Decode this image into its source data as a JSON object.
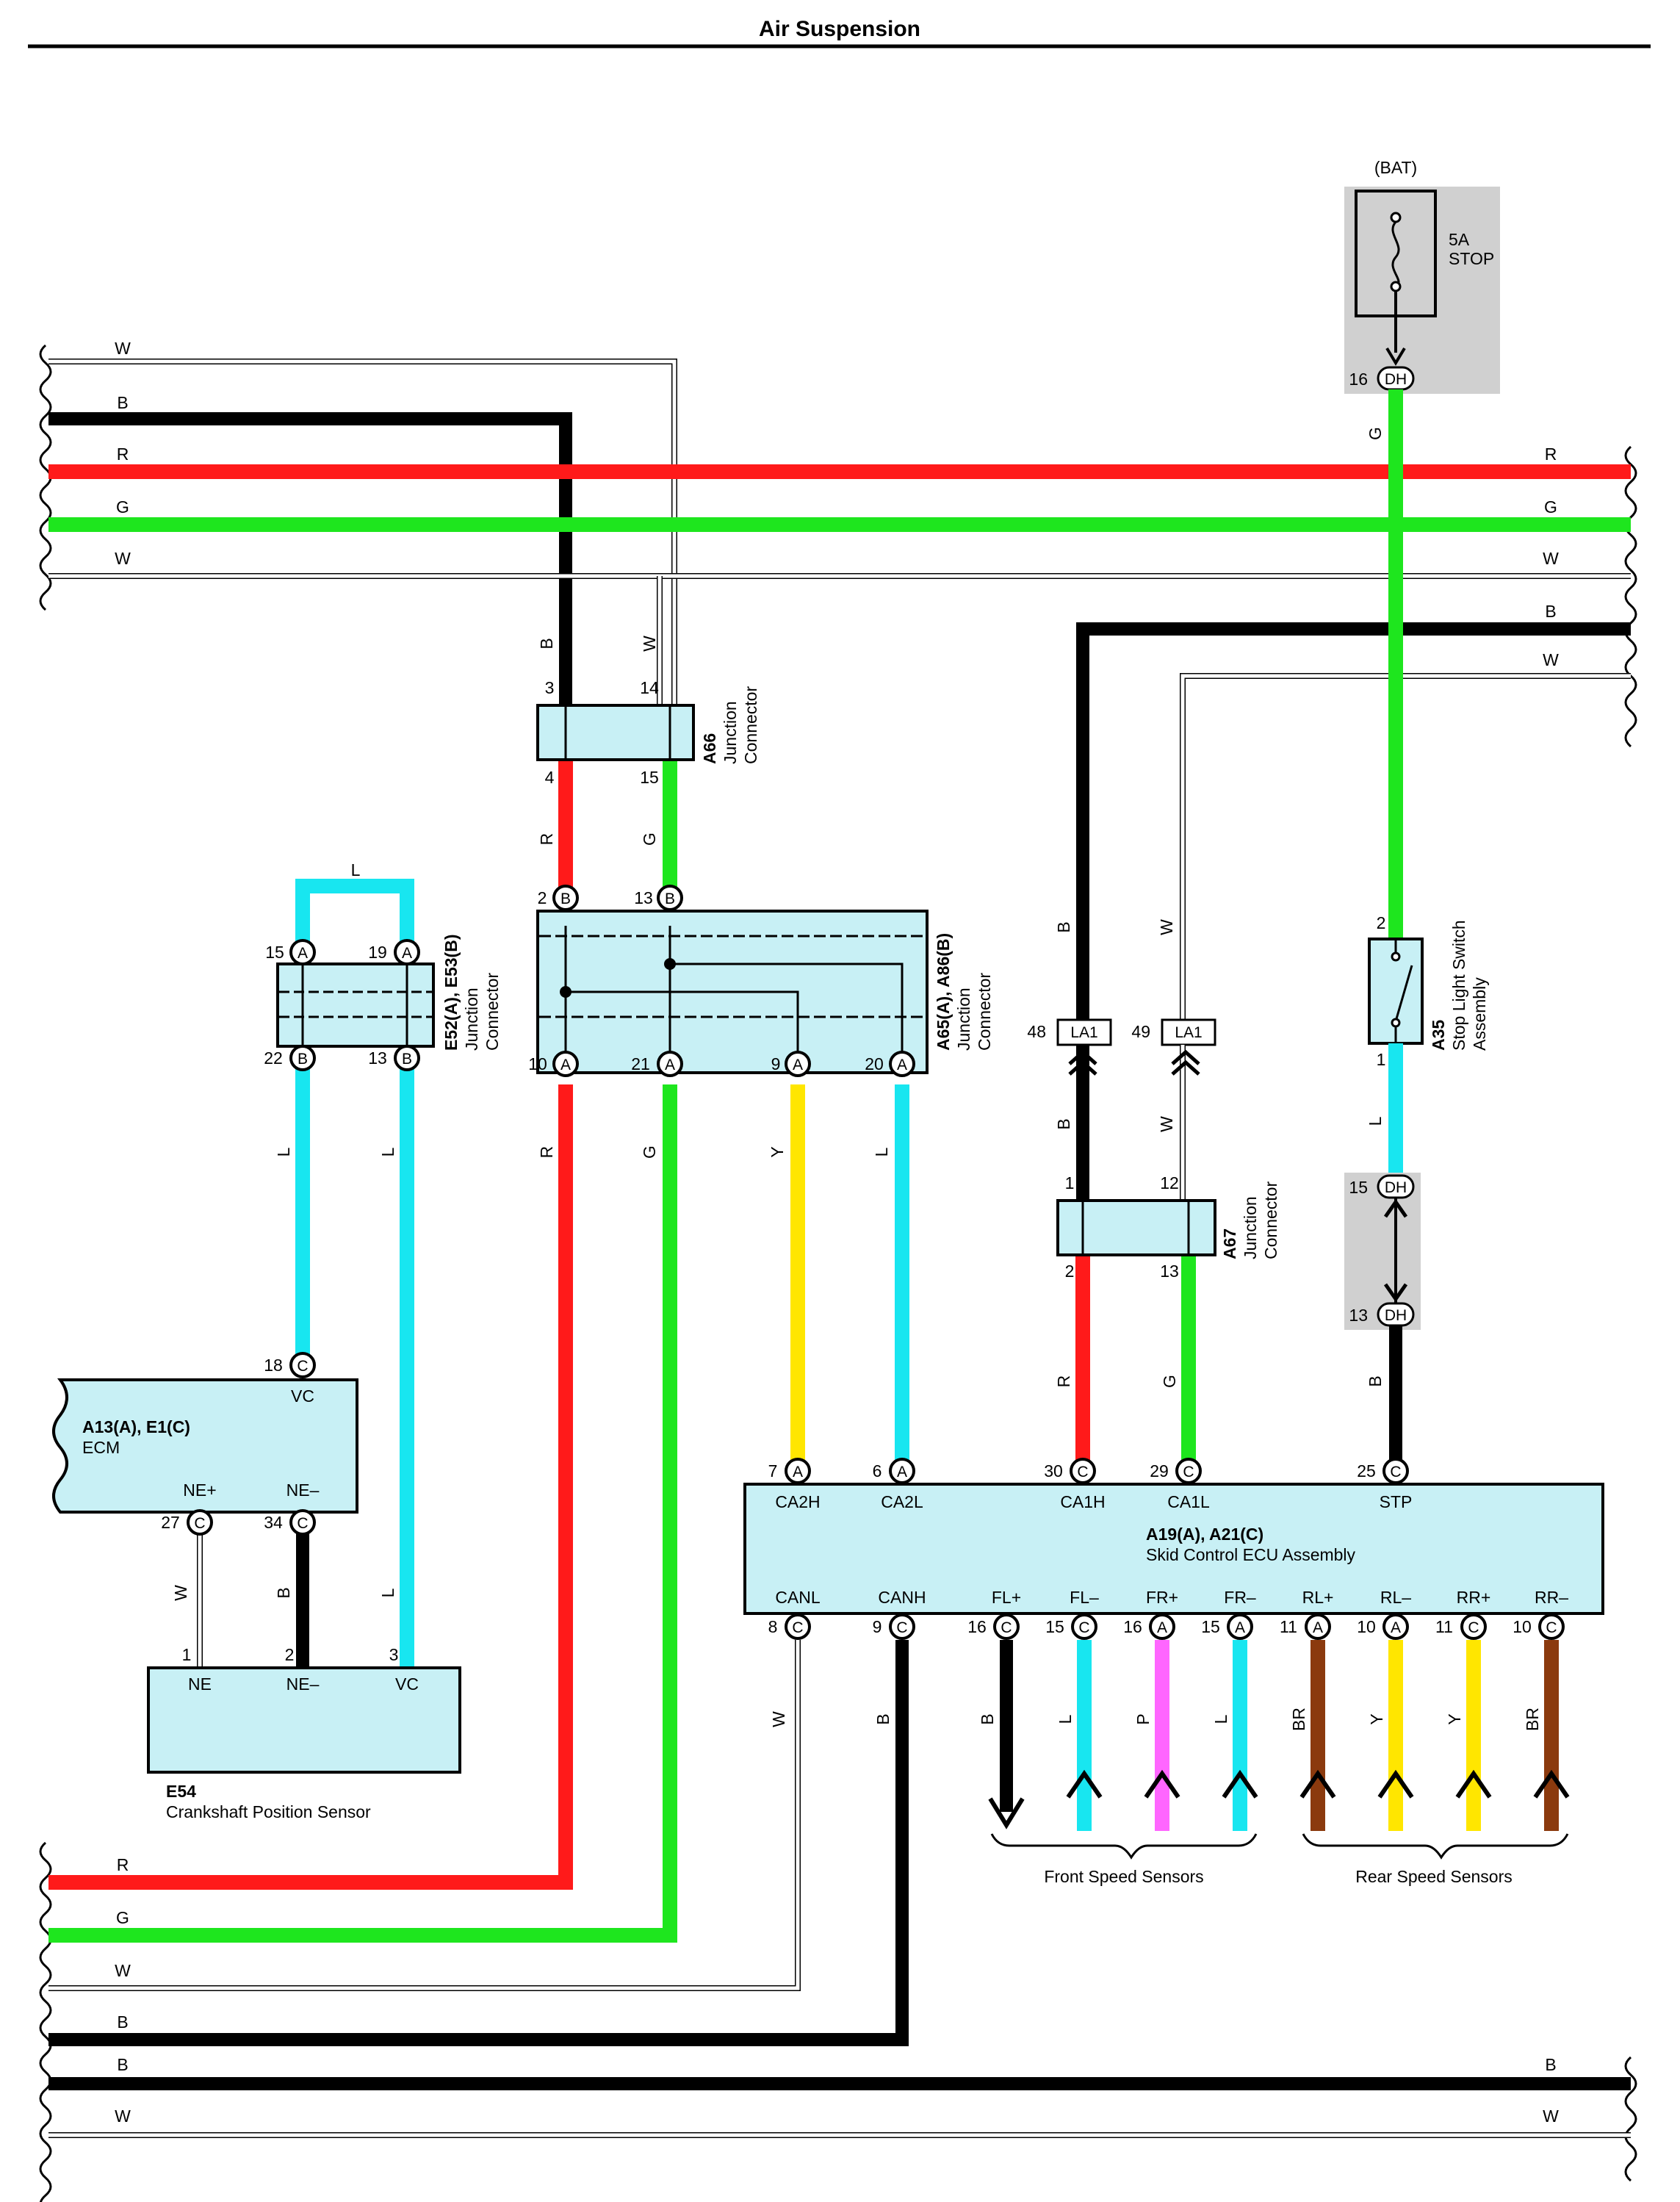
{
  "title": "Air Suspension",
  "colors": {
    "R": "#ff1a1a",
    "G": "#1ee61e",
    "B": "#000000",
    "W": "#ffffff",
    "L": "#18e6f0",
    "Y": "#ffe600",
    "P": "#ff66ff",
    "BR": "#8b3a0e",
    "component_fill": "#c8f0f5",
    "splice_fill": "#d0d0d0"
  },
  "wire_labels": {
    "W": "W",
    "B": "B",
    "R": "R",
    "G": "G",
    "L": "L",
    "Y": "Y",
    "P": "P",
    "BR": "BR"
  },
  "fuse": {
    "source": "(BAT)",
    "rating": "5A",
    "name": "STOP"
  },
  "components": {
    "a66": {
      "id": "A66",
      "name": "Junction",
      "name2": "Connector"
    },
    "a65": {
      "id": "A65(A), A86(B)",
      "name": "Junction",
      "name2": "Connector"
    },
    "e52": {
      "id": "E52(A), E53(B)",
      "name": "Junction",
      "name2": "Connector"
    },
    "a67": {
      "id": "A67",
      "name": "Junction",
      "name2": "Connector"
    },
    "a35": {
      "id": "A35",
      "name": "Stop Light Switch",
      "name2": "Assembly"
    },
    "ecm": {
      "id": "A13(A), E1(C)",
      "name": "ECM"
    },
    "e54": {
      "id": "E54",
      "name": "Crankshaft Position Sensor"
    },
    "skid": {
      "id": "A19(A), A21(C)",
      "name": "Skid Control ECU Assembly"
    }
  },
  "connectors": {
    "DH": "DH",
    "LA1": "LA1",
    "A": "A",
    "B": "B",
    "C": "C"
  },
  "pins": {
    "a66_3": "3",
    "a66_14": "14",
    "a66_4": "4",
    "a66_15": "15",
    "a65_2": "2",
    "a65_13": "13",
    "a65_10": "10",
    "a65_21": "21",
    "a65_9": "9",
    "a65_20": "20",
    "e52_15": "15",
    "e52_19": "19",
    "e52_22": "22",
    "e52_13": "13",
    "la1_48": "48",
    "la1_49": "49",
    "a67_1": "1",
    "a67_12": "12",
    "a67_2": "2",
    "a67_13": "13",
    "a35_2": "2",
    "a35_1": "1",
    "dh_16": "16",
    "dh_15": "15",
    "dh_13": "13",
    "ecm_18": "18",
    "ecm_27": "27",
    "ecm_34": "34",
    "e54_1": "1",
    "e54_2": "2",
    "e54_3": "3",
    "sk_7": "7",
    "sk_6": "6",
    "sk_30": "30",
    "sk_29": "29",
    "sk_25": "25",
    "sk_8": "8",
    "sk_9": "9",
    "sk_16a": "16",
    "sk_15a": "15",
    "sk_16b": "16",
    "sk_15b": "15",
    "sk_11a": "11",
    "sk_10a": "10",
    "sk_11b": "11",
    "sk_10b": "10"
  },
  "terminals": {
    "ecm_vc": "VC",
    "ecm_nep": "NE+",
    "ecm_nem": "NE–",
    "e54_ne": "NE",
    "e54_nem": "NE–",
    "e54_vc": "VC",
    "ca2h": "CA2H",
    "ca2l": "CA2L",
    "ca1h": "CA1H",
    "ca1l": "CA1L",
    "stp": "STP",
    "canl": "CANL",
    "canh": "CANH",
    "flp": "FL+",
    "flm": "FL–",
    "frp": "FR+",
    "frm": "FR–",
    "rlp": "RL+",
    "rlm": "RL–",
    "rrp": "RR+",
    "rrm": "RR–"
  },
  "groups": {
    "front": "Front Speed Sensors",
    "rear": "Rear Speed Sensors"
  }
}
